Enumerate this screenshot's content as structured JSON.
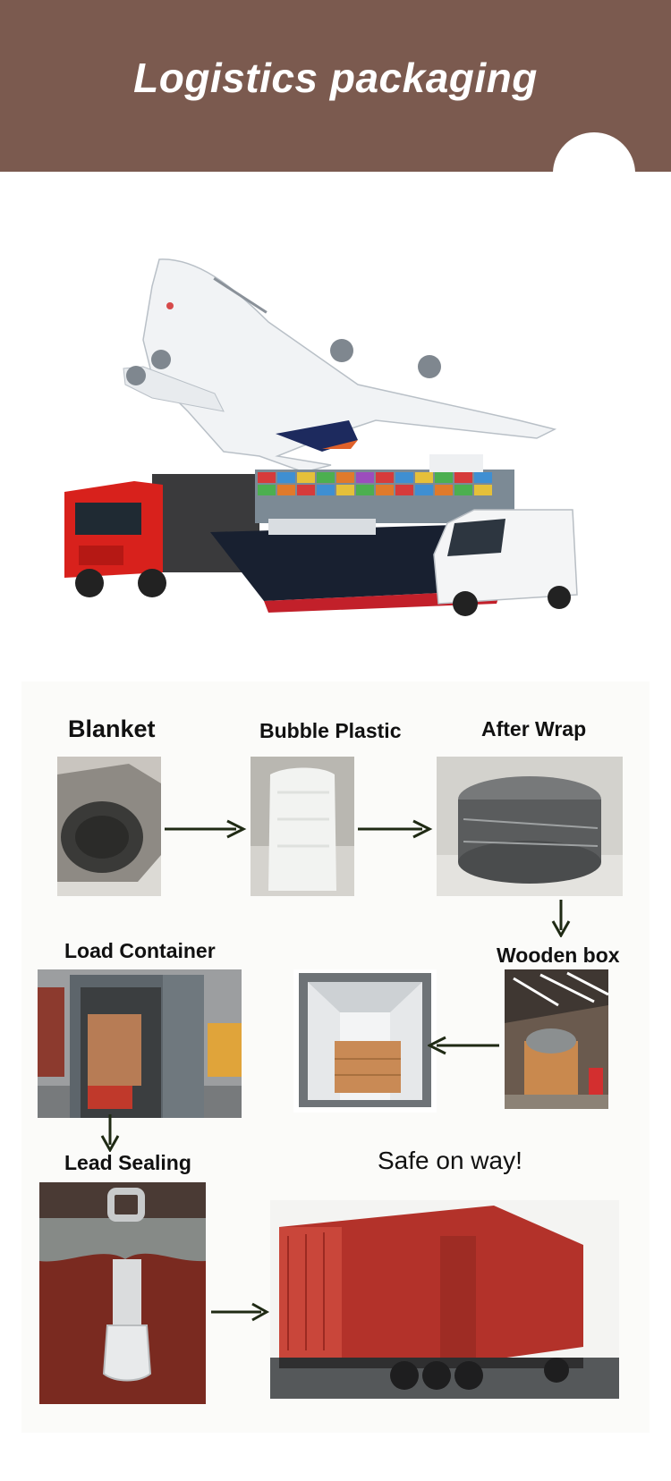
{
  "header": {
    "title": "Logistics packaging",
    "background_color": "#7b5a4f"
  },
  "hero": {
    "icon": "transport-illustration-icon"
  },
  "steps": {
    "blanket": "Blanket",
    "bubble_plastic": "Bubble Plastic",
    "after_wrap": "After Wrap",
    "wooden_box": "Wooden box",
    "load_container": "Load Container",
    "lead_sealing": "Lead Sealing",
    "safe_on_way": "Safe on way!"
  },
  "colors": {
    "arrow": "#1f2a14",
    "truck_red": "#d8211c",
    "container_red": "#b3322a"
  }
}
